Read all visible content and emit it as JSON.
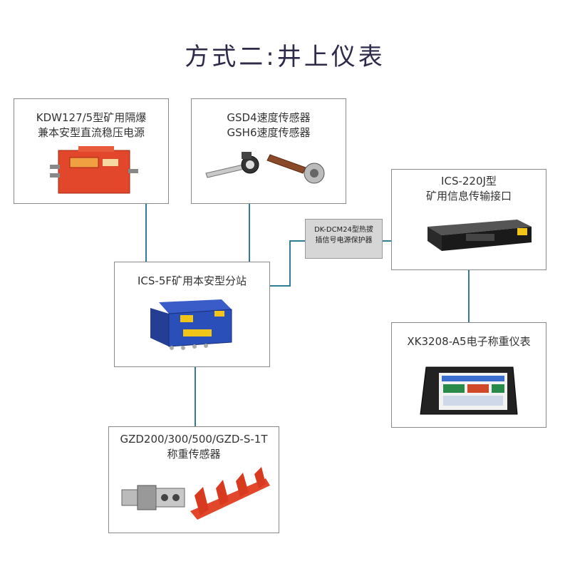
{
  "title": "方式二:井上仪表",
  "nodes": {
    "power": {
      "line1": "KDW127/5型矿用隔爆",
      "line2": "兼本安型直流稳压电源"
    },
    "speed": {
      "line1": "GSD4速度传感器",
      "line2": "GSH6速度传感器"
    },
    "interface": {
      "line1": "ICS-220J型",
      "line2": "矿用信息传输接口"
    },
    "protector": {
      "line1": "DK-DCM24型热拔",
      "line2": "插信号电源保护器"
    },
    "substation": {
      "line1": "ICS-5F矿用本安型分站"
    },
    "meter": {
      "line1": "XK3208-A5电子称重仪表"
    },
    "loadcell": {
      "line1": "GZD200/300/500/GZD-S-1T",
      "line2": "称重传感器"
    }
  },
  "colors": {
    "connector": "#2f7e95",
    "device_red": "#e2462b",
    "device_blue": "#2a4fb8"
  }
}
